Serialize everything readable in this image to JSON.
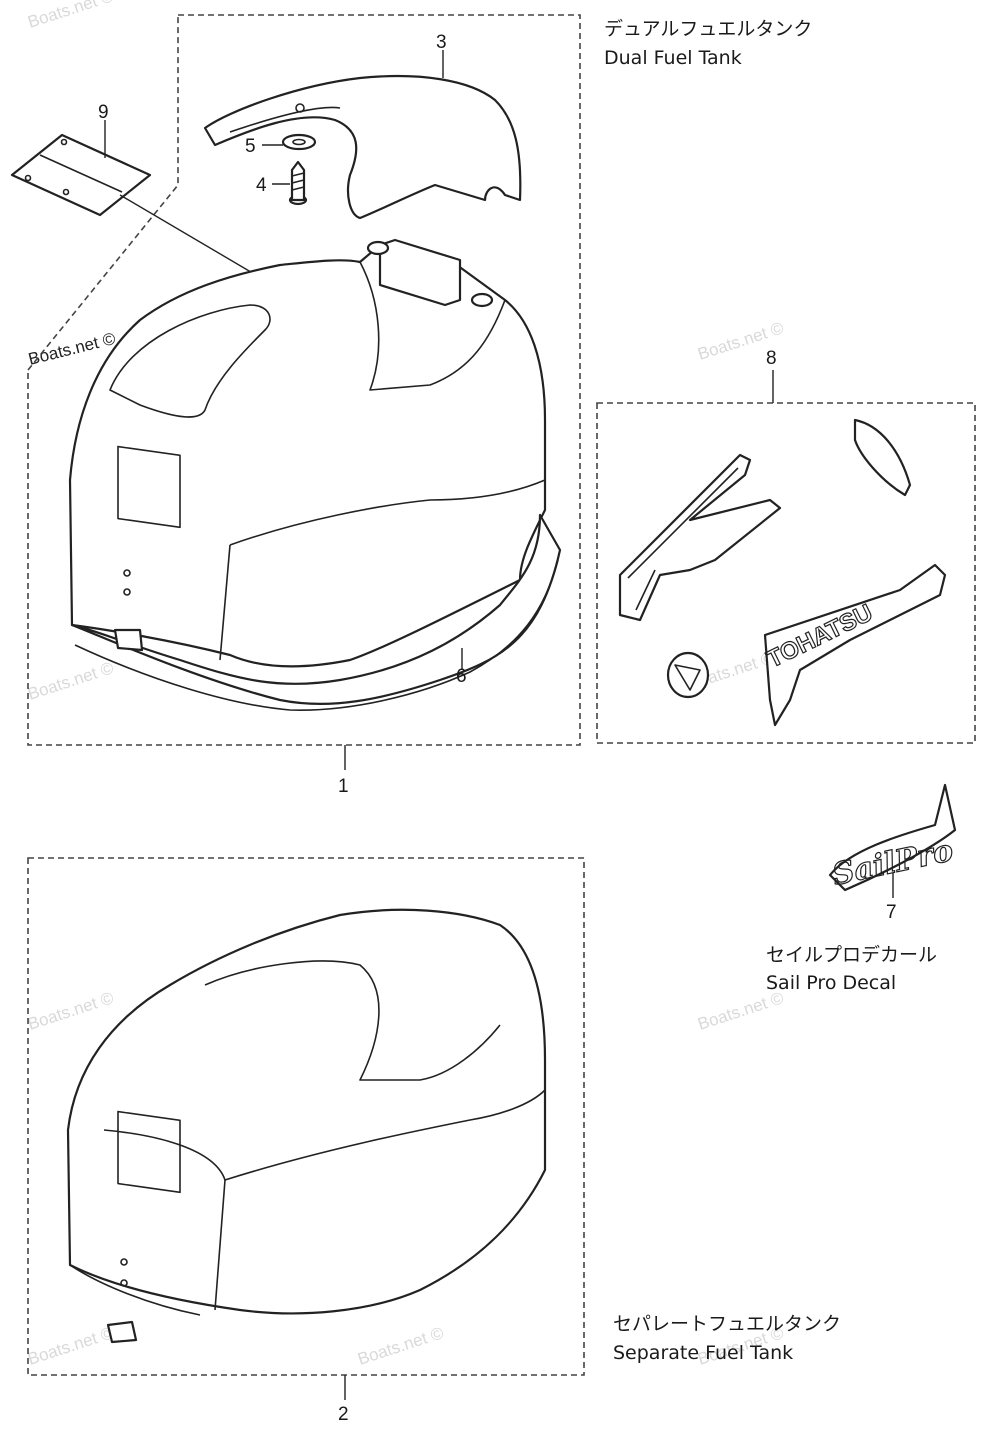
{
  "captions": {
    "dual_jp": "デュアルフュエルタンク",
    "dual_en": "Dual Fuel Tank",
    "separate_jp": "セパレートフュエルタンク",
    "separate_en": "Separate Fuel Tank",
    "sailpro_jp": "セイルプロデカール",
    "sailpro_en": "Sail Pro Decal"
  },
  "callouts": {
    "c1": "1",
    "c2": "2",
    "c3": "3",
    "c4": "4",
    "c5": "5",
    "c6": "6",
    "c7": "7",
    "c8": "8",
    "c9": "9"
  },
  "decals": {
    "brand": "TOHATSU",
    "sailpro": "SailPro"
  },
  "watermark": {
    "text": "Boats.net ©"
  }
}
